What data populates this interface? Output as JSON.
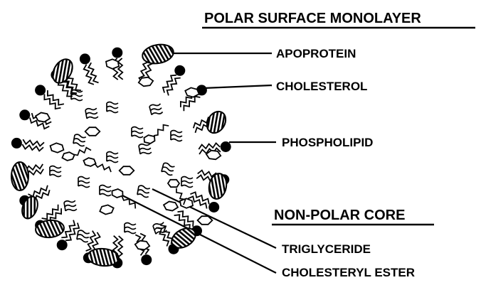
{
  "headings": {
    "surface": "POLAR SURFACE MONOLAYER",
    "core": "NON-POLAR CORE"
  },
  "labels": {
    "apoprotein": "APOPROTEIN",
    "cholesterol": "CHOLESTEROL",
    "phospholipid": "PHOSPHOLIPID",
    "triglyceride": "TRIGLYCERIDE",
    "cholesteryl_ester": "CHOLESTERYL ESTER"
  },
  "colors": {
    "ink": "#000000",
    "paper": "#ffffff",
    "hatch_fill": "#888888",
    "cholesterol_fill": "#ffffff"
  }
}
